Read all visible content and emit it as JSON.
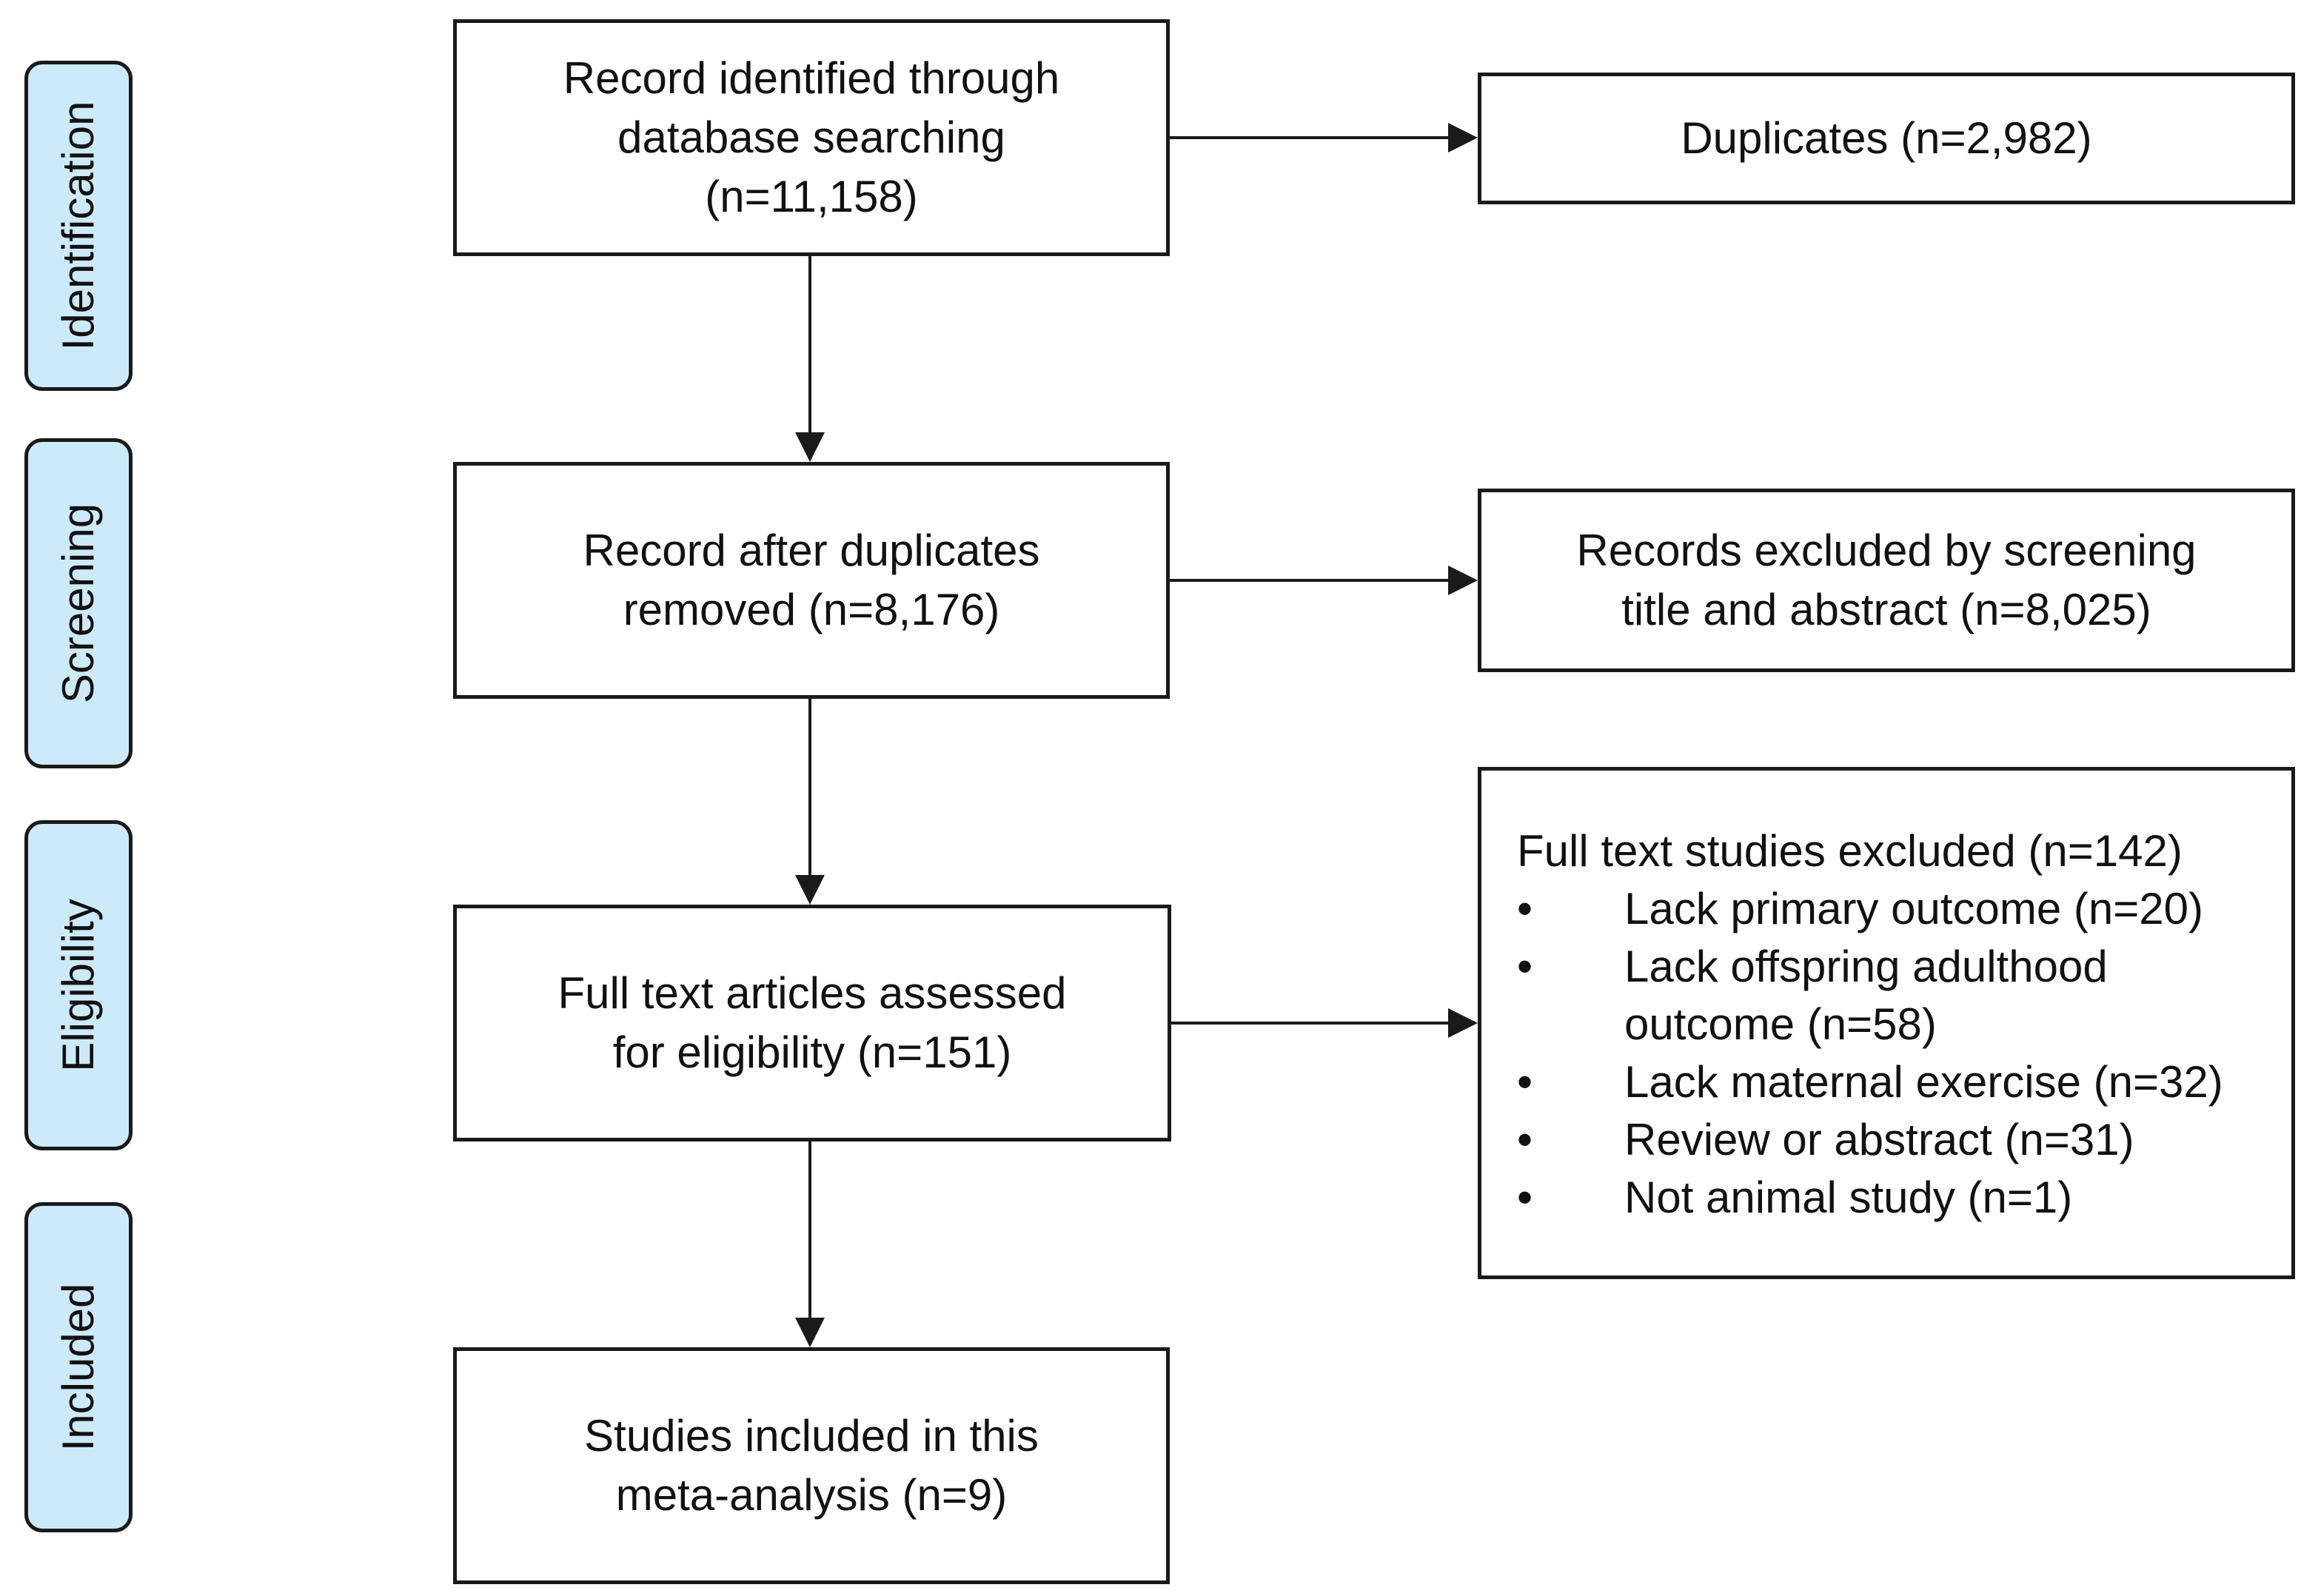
{
  "stages": [
    {
      "id": "identification",
      "label": "Identification"
    },
    {
      "id": "screening",
      "label": "Screening"
    },
    {
      "id": "eligibility",
      "label": "Eligibility"
    },
    {
      "id": "included",
      "label": "Included"
    }
  ],
  "main_boxes": {
    "identified": "Record identified through\ndatabase searching\n(n=11,158)",
    "after_duplicates": "Record after duplicates\nremoved  (n=8,176)",
    "full_text_assessed": "Full text articles assessed\nfor eligibility (n=151)",
    "included": "Studies included in this\nmeta-analysis (n=9)"
  },
  "side_boxes": {
    "duplicates": "Duplicates (n=2,982)",
    "screening_excluded": "Records excluded by screening\ntitle and abstract (n=8,025)",
    "full_text_excluded": {
      "title": "Full text studies excluded (n=142)",
      "bullet": "•",
      "items": [
        "Lack primary outcome (n=20)",
        "Lack offspring adulthood\noutcome (n=58)",
        "Lack maternal exercise (n=32)",
        "Review or abstract (n=31)",
        "Not animal study (n=1)"
      ]
    }
  },
  "colors": {
    "stage_fill": "#cdeafa",
    "stroke": "#1a1a1a"
  }
}
